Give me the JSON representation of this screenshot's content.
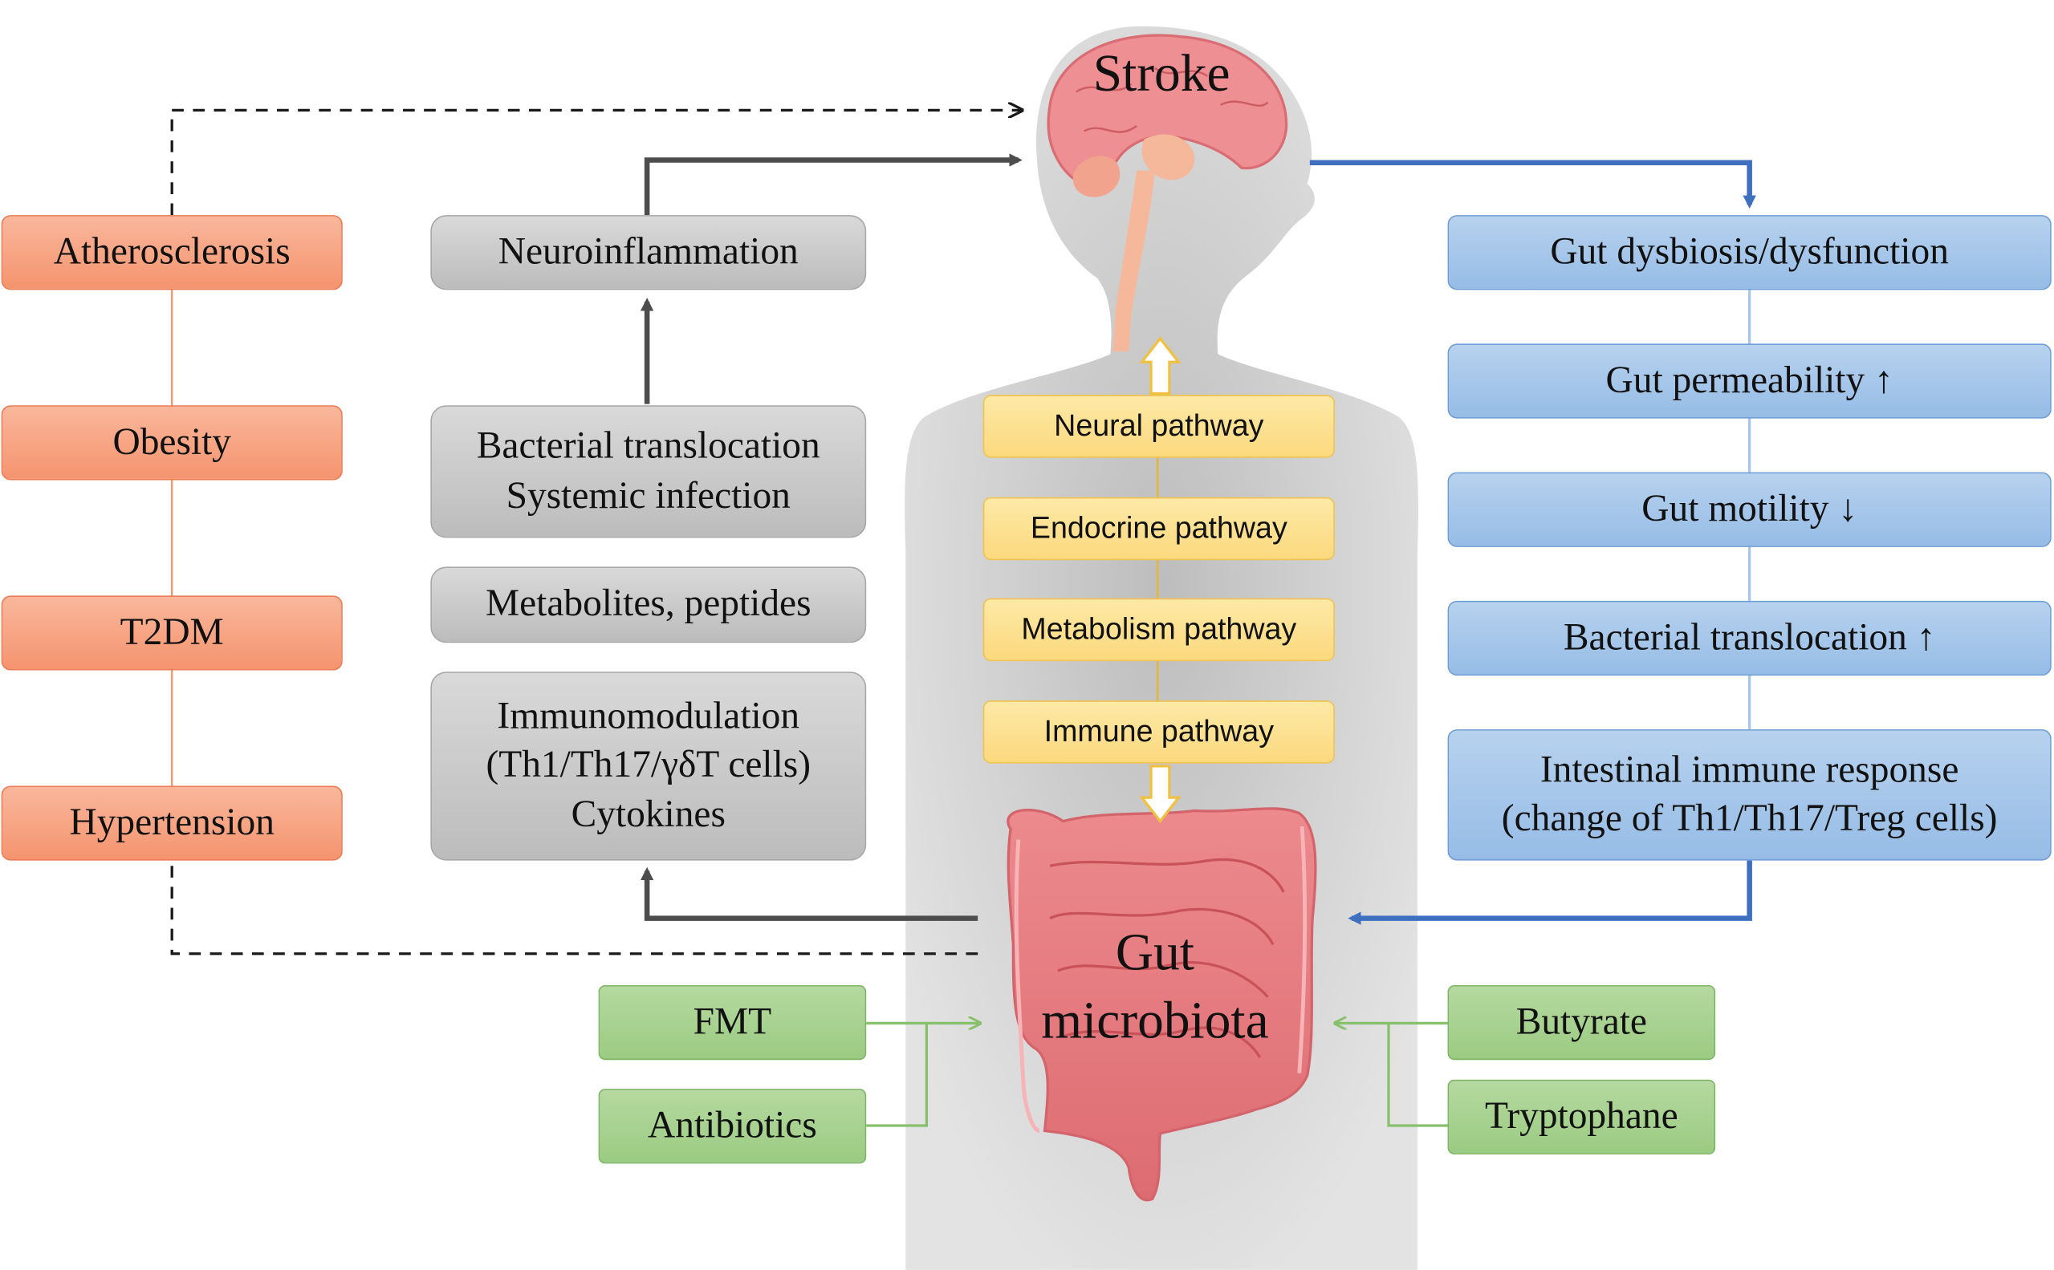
{
  "center": {
    "brain_label": "Stroke",
    "gut_label_line1": "Gut",
    "gut_label_line2": "microbiota"
  },
  "risk_factors": [
    {
      "label": "Atherosclerosis"
    },
    {
      "label": "Obesity"
    },
    {
      "label": "T2DM"
    },
    {
      "label": "Hypertension"
    }
  ],
  "gut_to_brain": {
    "neuroinflammation": "Neuroinflammation",
    "translocation_line1": "Bacterial translocation",
    "translocation_line2": "Systemic infection",
    "metabolites": "Metabolites, peptides",
    "immuno_line1": "Immunomodulation",
    "immuno_line2": "(Th1/Th17/γδT cells)",
    "immuno_line3": "Cytokines"
  },
  "pathways": [
    {
      "label": "Neural pathway"
    },
    {
      "label": "Endocrine pathway"
    },
    {
      "label": "Metabolism pathway"
    },
    {
      "label": "Immune pathway"
    }
  ],
  "brain_to_gut": {
    "dysbiosis": "Gut dysbiosis/dysfunction",
    "permeability": "Gut permeability ↑",
    "motility": "Gut motility ↓",
    "translocation": "Bacterial translocation ↑",
    "immune_line1": "Intestinal immune response",
    "immune_line2": "(change of Th1/Th17/Treg cells)"
  },
  "interventions_left": [
    {
      "label": "FMT"
    },
    {
      "label": "Antibiotics"
    }
  ],
  "interventions_right": [
    {
      "label": "Butyrate"
    },
    {
      "label": "Tryptophane"
    }
  ],
  "colors": {
    "risk_factor": "#f5946f",
    "gut_to_brain": "#bcbcbc",
    "pathway": "#fbd97e",
    "brain_to_gut": "#96bce6",
    "intervention": "#9bcb82",
    "body_silhouette": "#d6d6d6",
    "brain": "#ee8f94",
    "intestine": "#e7757a",
    "blue_arrow": "#3f70bf",
    "gray_arrow": "#4d4d4d"
  },
  "icons": [
    "human-body-silhouette",
    "brain-icon",
    "intestine-icon"
  ]
}
